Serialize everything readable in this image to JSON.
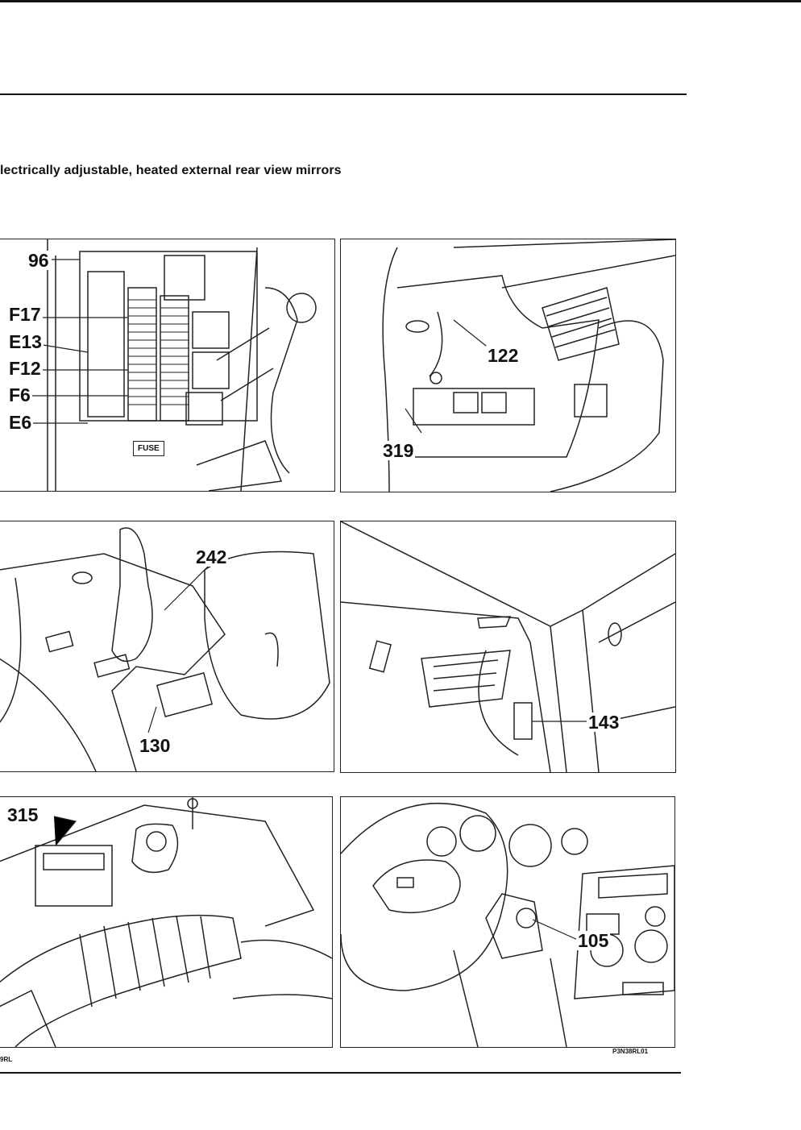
{
  "header": {
    "title": "lectrically adjustable, heated external rear view mirrors"
  },
  "panels": {
    "fusebox": {
      "labels": [
        "96",
        "F17",
        "E13",
        "F12",
        "F6",
        "E6"
      ],
      "fuse_label": "FUSE"
    },
    "dashboard_left": {
      "labels": [
        "122",
        "319"
      ]
    },
    "console": {
      "labels": [
        "242",
        "130"
      ]
    },
    "door_pillar": {
      "labels": [
        "143"
      ]
    },
    "engine_bay": {
      "labels": [
        "315"
      ]
    },
    "steering_column": {
      "labels": [
        "105"
      ]
    }
  },
  "footer": {
    "left_code": "9RL",
    "drawing_ref": "P3N38RL01"
  }
}
